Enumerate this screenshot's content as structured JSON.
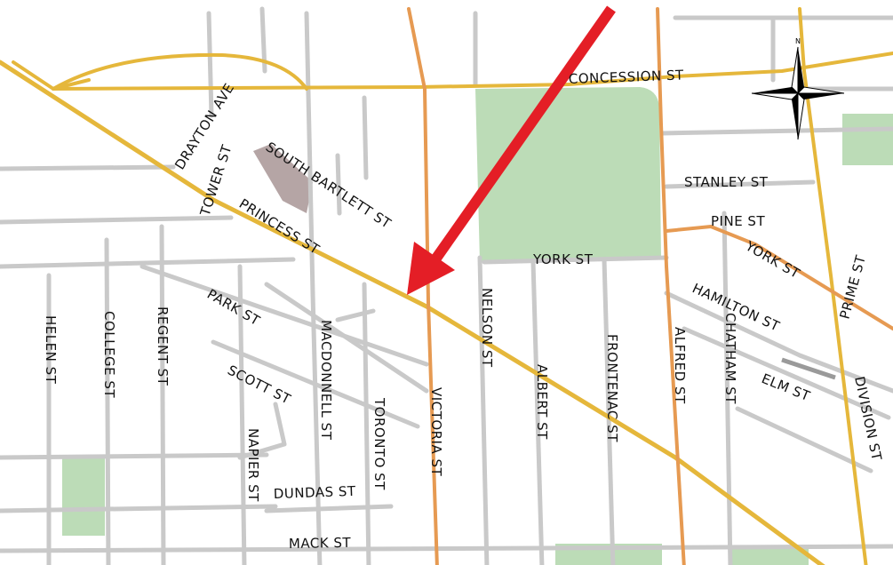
{
  "colors": {
    "background": "#ffffff",
    "minor_road": "#c9c9c9",
    "major_road_yellow": "#e5b73b",
    "major_road_orange": "#e69a52",
    "park": "#bcdcb7",
    "building": "#b5a5a5",
    "arrow": "#e41e26",
    "label": "#111111",
    "compass": "#000000"
  },
  "marker": {
    "name": "red-arrow",
    "color": "#e41e26"
  },
  "compass": {
    "icon": "compass-rose-icon",
    "north_label": "N"
  },
  "streets": {
    "concession": "CONCESSION ST",
    "drayton": "DRAYTON AVE",
    "tower": "TOWER ST",
    "south_bartlett": "SOUTH BARTLETT ST",
    "princess": "PRINCESS ST",
    "stanley": "STANLEY ST",
    "pine": "PINE ST",
    "york_west": "YORK ST",
    "york_east": "YORK ST",
    "prime": "PRIME ST",
    "hamilton": "HAMILTON ST",
    "park": "PARK ST",
    "scott": "SCOTT ST",
    "helen": "HELEN ST",
    "college": "COLLEGE ST",
    "regent": "REGENT ST",
    "macdonnell": "MACDONNELL ST",
    "toronto": "TORONTO ST",
    "victoria": "VICTORIA ST",
    "nelson": "NELSON ST",
    "albert": "ALBERT ST",
    "frontenac": "FRONTENAC ST",
    "alfred": "ALFRED ST",
    "chatham": "CHATHAM ST",
    "elm": "ELM ST",
    "division": "DIVISION ST",
    "napier": "NAPIER ST",
    "dundas": "DUNDAS ST",
    "mack": "MACK ST"
  }
}
